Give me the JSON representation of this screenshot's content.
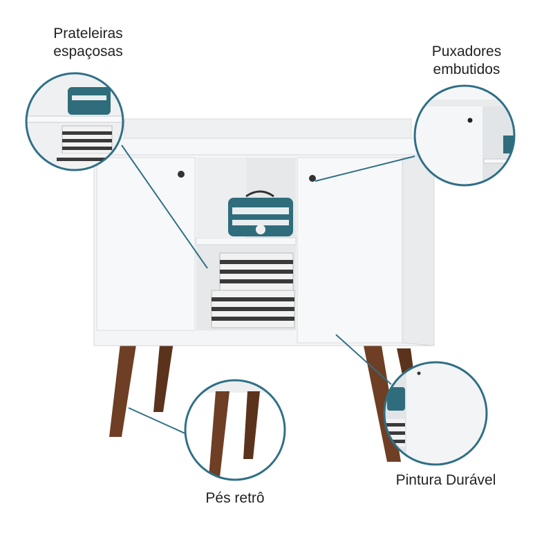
{
  "labels": {
    "shelves": {
      "line1": "Prateleiras",
      "line2": "espaçosas"
    },
    "handles": {
      "line1": "Puxadores",
      "line2": "embutidos"
    },
    "paint": "Pintura Durável",
    "legs": "Pés retrô"
  },
  "colors": {
    "cabinet": "#f4f5f6",
    "cabinet_shade": "#dcdfe2",
    "wood": "#6e3f24",
    "callout_ring": "#2f6f86",
    "box_teal": "#2f6d7c",
    "stripe_dark": "#3a3a3a"
  }
}
